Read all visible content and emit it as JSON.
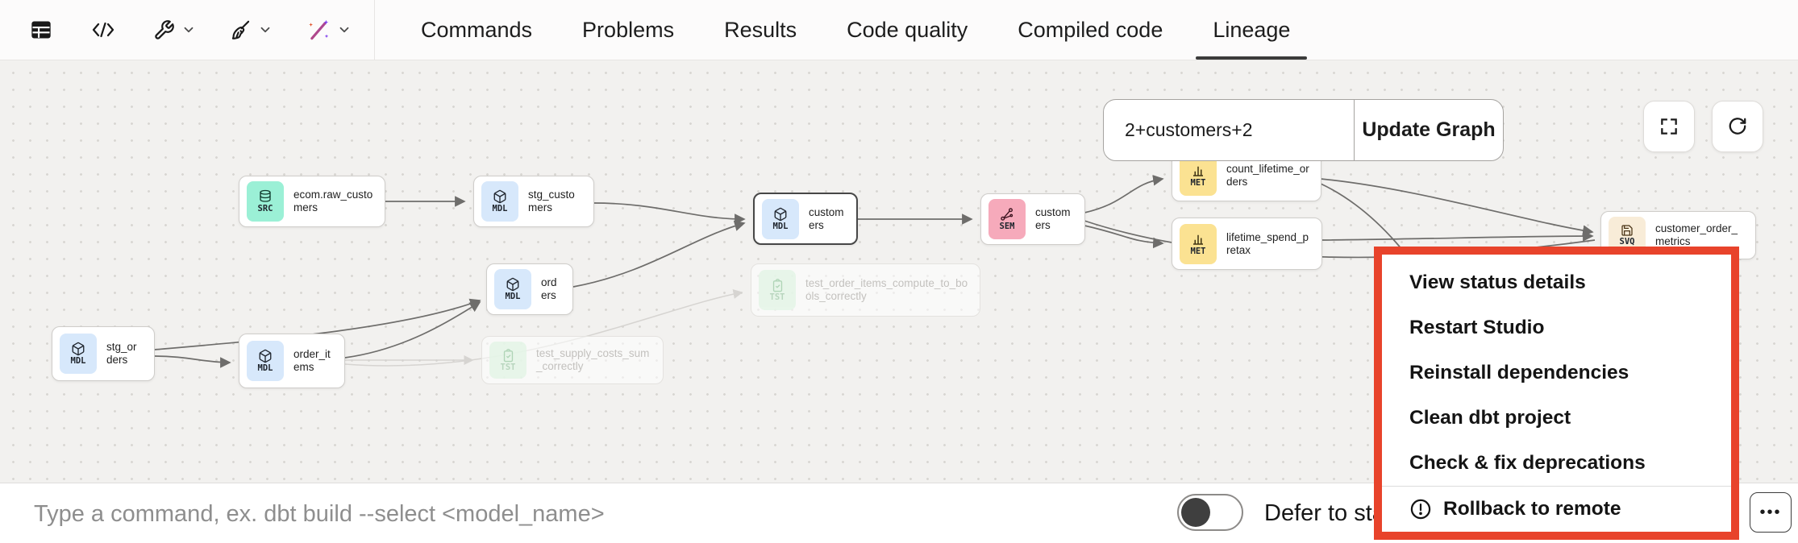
{
  "toolbar": {
    "icons": [
      "table",
      "code",
      "wrench",
      "broom",
      "magic-wand"
    ],
    "tabs": [
      {
        "label": "Commands",
        "active": false
      },
      {
        "label": "Problems",
        "active": false
      },
      {
        "label": "Results",
        "active": false
      },
      {
        "label": "Code quality",
        "active": false
      },
      {
        "label": "Compiled code",
        "active": false
      },
      {
        "label": "Lineage",
        "active": true
      }
    ]
  },
  "graph": {
    "filter_value": "2+customers+2",
    "update_button": "Update Graph",
    "nodes": [
      {
        "badge": "MDL",
        "label": "stg_orders",
        "kind": "model"
      },
      {
        "badge": "MDL",
        "label": "order_items",
        "kind": "model"
      },
      {
        "badge": "MDL",
        "label": "orders",
        "kind": "model"
      },
      {
        "badge": "SRC",
        "label": "ecom.raw_customers",
        "kind": "source"
      },
      {
        "badge": "MDL",
        "label": "stg_customers",
        "kind": "model"
      },
      {
        "badge": "MDL",
        "label": "customers",
        "kind": "model",
        "selected": true
      },
      {
        "badge": "SEM",
        "label": "customers",
        "kind": "semantic-model"
      },
      {
        "badge": "MET",
        "label": "count_lifetime_orders",
        "kind": "metric"
      },
      {
        "badge": "MET",
        "label": "lifetime_spend_pretax",
        "kind": "metric"
      },
      {
        "badge": "SVQ",
        "label": "customer_order_metrics",
        "kind": "saved-query"
      },
      {
        "badge": "TST",
        "label": "test_order_items_compute_to_bools_correctly",
        "kind": "test",
        "ghost": true
      },
      {
        "badge": "TST",
        "label": "test_supply_costs_sum_correctly",
        "kind": "test",
        "ghost": true
      }
    ]
  },
  "context_menu": {
    "highlight_color": "#e8432b",
    "items": [
      {
        "label": "View status details"
      },
      {
        "label": "Restart Studio"
      },
      {
        "label": "Reinstall dependencies"
      },
      {
        "label": "Clean dbt project"
      },
      {
        "label": "Check & fix deprecations"
      },
      {
        "label": "Rollback to remote",
        "icon": "warning-circle"
      }
    ]
  },
  "bottom_bar": {
    "placeholder": "Type a command, ex. dbt build --select <model_name>",
    "defer_label": "Defer to staging",
    "more_label": "•••"
  },
  "colors": {
    "menu_highlight": "#e8432b",
    "badge_model": "#d7e8fb",
    "badge_source": "#9bf0d6",
    "badge_semantic": "#f6aabb",
    "badge_metric": "#fbe292",
    "badge_saved_query": "#f8ecd8",
    "badge_test": "#e3f5e6"
  }
}
